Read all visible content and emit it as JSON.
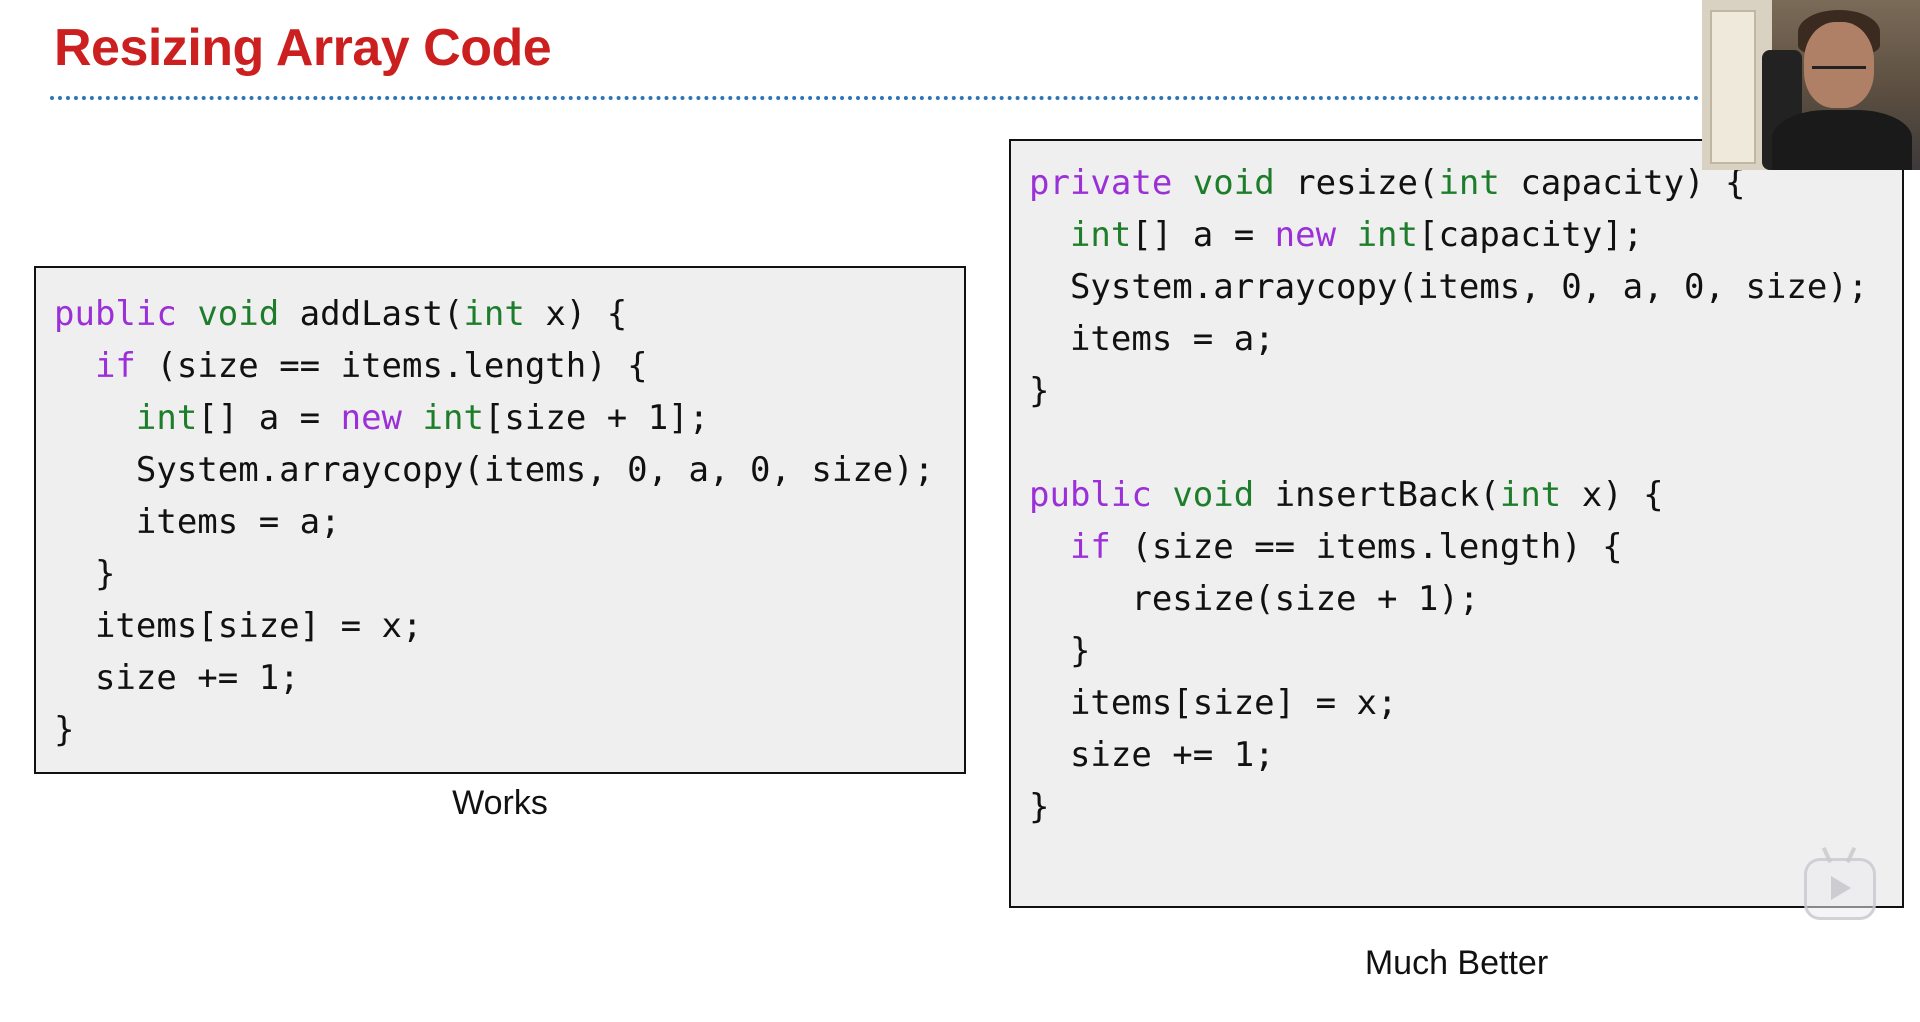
{
  "slide": {
    "title": "Resizing Array Code",
    "left_caption": "Works",
    "right_caption": "Much Better"
  },
  "left_code": [
    [
      {
        "t": "public",
        "c": "kw"
      },
      {
        "t": " ",
        "c": "plain"
      },
      {
        "t": "void",
        "c": "ty"
      },
      {
        "t": " addLast(",
        "c": "plain"
      },
      {
        "t": "int",
        "c": "ty"
      },
      {
        "t": " x) {",
        "c": "plain"
      }
    ],
    [
      {
        "t": "  ",
        "c": "plain"
      },
      {
        "t": "if",
        "c": "kw"
      },
      {
        "t": " (size == items.length) {",
        "c": "plain"
      }
    ],
    [
      {
        "t": "    ",
        "c": "plain"
      },
      {
        "t": "int",
        "c": "ty"
      },
      {
        "t": "[] a = ",
        "c": "plain"
      },
      {
        "t": "new",
        "c": "kw"
      },
      {
        "t": " ",
        "c": "plain"
      },
      {
        "t": "int",
        "c": "ty"
      },
      {
        "t": "[size + 1];",
        "c": "plain"
      }
    ],
    [
      {
        "t": "    System.arraycopy(items, 0, a, 0, size);",
        "c": "plain"
      }
    ],
    [
      {
        "t": "    items = a;",
        "c": "plain"
      }
    ],
    [
      {
        "t": "  }",
        "c": "plain"
      }
    ],
    [
      {
        "t": "  items[size] = x;",
        "c": "plain"
      }
    ],
    [
      {
        "t": "  size += 1;",
        "c": "plain"
      }
    ],
    [
      {
        "t": "}",
        "c": "plain"
      }
    ]
  ],
  "right_code": [
    [
      {
        "t": "private",
        "c": "kw"
      },
      {
        "t": " ",
        "c": "plain"
      },
      {
        "t": "void",
        "c": "ty"
      },
      {
        "t": " resize(",
        "c": "plain"
      },
      {
        "t": "int",
        "c": "ty"
      },
      {
        "t": " capacity) {",
        "c": "plain"
      }
    ],
    [
      {
        "t": "  ",
        "c": "plain"
      },
      {
        "t": "int",
        "c": "ty"
      },
      {
        "t": "[] a = ",
        "c": "plain"
      },
      {
        "t": "new",
        "c": "kw"
      },
      {
        "t": " ",
        "c": "plain"
      },
      {
        "t": "int",
        "c": "ty"
      },
      {
        "t": "[capacity];",
        "c": "plain"
      }
    ],
    [
      {
        "t": "  System.arraycopy(items, 0, a, 0, size);",
        "c": "plain"
      }
    ],
    [
      {
        "t": "  items = a;",
        "c": "plain"
      }
    ],
    [
      {
        "t": "}",
        "c": "plain"
      }
    ],
    [
      {
        "t": "",
        "c": "plain"
      }
    ],
    [
      {
        "t": "public",
        "c": "kw"
      },
      {
        "t": " ",
        "c": "plain"
      },
      {
        "t": "void",
        "c": "ty"
      },
      {
        "t": " insertBack(",
        "c": "plain"
      },
      {
        "t": "int",
        "c": "ty"
      },
      {
        "t": " x) {",
        "c": "plain"
      }
    ],
    [
      {
        "t": "  ",
        "c": "plain"
      },
      {
        "t": "if",
        "c": "kw"
      },
      {
        "t": " (size == items.length) {",
        "c": "plain"
      }
    ],
    [
      {
        "t": "     resize(size + 1);",
        "c": "plain"
      }
    ],
    [
      {
        "t": "  }",
        "c": "plain"
      }
    ],
    [
      {
        "t": "  items[size] = x;",
        "c": "plain"
      }
    ],
    [
      {
        "t": "  size += 1;",
        "c": "plain"
      }
    ],
    [
      {
        "t": "}",
        "c": "plain"
      }
    ]
  ],
  "colors": {
    "title": "#cc1f1f",
    "keyword": "#9b30d9",
    "type": "#1e7d2a",
    "divider": "#2e75b6",
    "code_background": "#efefef"
  },
  "icons": {
    "webcam": "presenter-webcam-feed",
    "watermark": "video-play-watermark-icon"
  }
}
